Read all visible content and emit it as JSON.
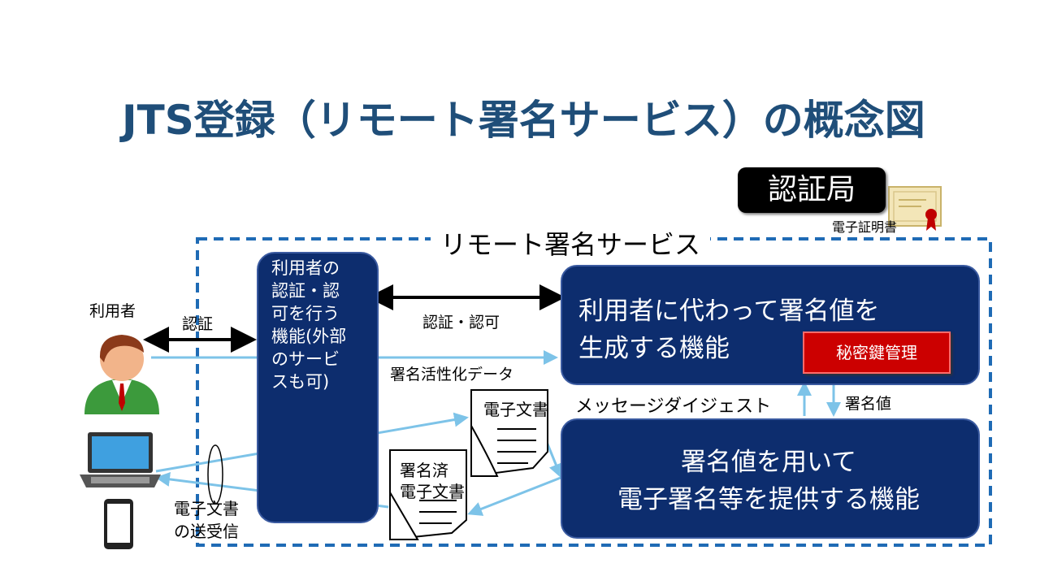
{
  "title": "JTS登録（リモート署名サービス）の概念図",
  "certificate_authority": "認証局",
  "certificate_label": "電子証明書",
  "service_label": "リモート署名サービス",
  "left_box": "利用者の\n認証・認\n可を行う\n機能(外部\nのサービ\nスも可)",
  "top_box": "利用者に代わって署名値を\n生成する機能",
  "key_management": "秘密鍵管理",
  "bottom_box": "署名値を用いて\n電子署名等を提供する機能",
  "labels": {
    "user": "利用者",
    "authentication": "認証",
    "authentication_authorization": "認証・認可",
    "activation_data": "署名活性化データ",
    "message_digest": "メッセージダイジェスト",
    "signature_value": "署名値",
    "document": "電子文書",
    "signed_document": "署名済\n電子文書",
    "send_receive": "電子文書\nの送受信"
  },
  "icons": [
    "user-avatar-icon",
    "laptop-icon",
    "smartphone-icon",
    "certificate-icon",
    "document-icon",
    "signed-document-icon"
  ],
  "colors": {
    "title": "#1f4e79",
    "navy_box": "#0d2d6e",
    "dashed_border": "#1f6bb5",
    "arrow_light_blue": "#7dc3e8",
    "key_button": "#cc0000"
  }
}
